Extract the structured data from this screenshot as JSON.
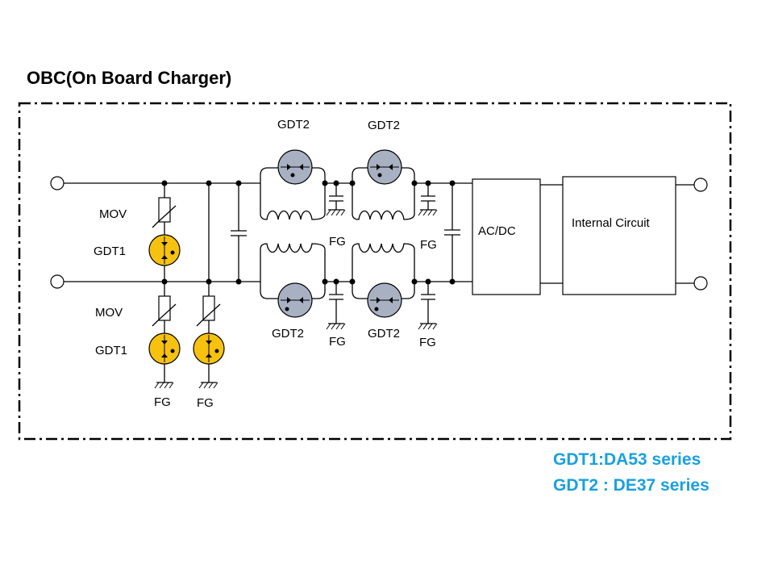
{
  "title": "OBC(On Board Charger)",
  "labels": {
    "mov": "MOV",
    "gdt1": "GDT1",
    "gdt2": "GDT2",
    "fg": "FG",
    "acdc": "AC/DC",
    "internal": "Internal Circuit"
  },
  "notes": {
    "gdt1": "GDT1:DA53 series",
    "gdt2": "GDT2 : DE37 series"
  },
  "colors": {
    "gdt1_fill": "#f7c20f",
    "gdt2_fill": "#a8b1c2",
    "note_text": "#1aa0e0"
  }
}
